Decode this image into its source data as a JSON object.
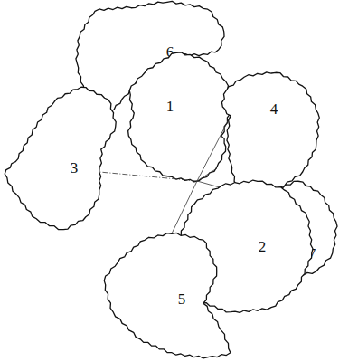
{
  "diagram": {
    "nodes": [
      {
        "text": [
          "6"
        ]
      },
      {
        "text": [
          "1"
        ]
      },
      {
        "text": [
          "4"
        ]
      },
      {
        "text": [
          "3"
        ]
      },
      {
        "text": [
          "7"
        ]
      },
      {
        "text": [
          "2"
        ]
      },
      {
        "text": [
          "5"
        ]
      }
    ]
  }
}
